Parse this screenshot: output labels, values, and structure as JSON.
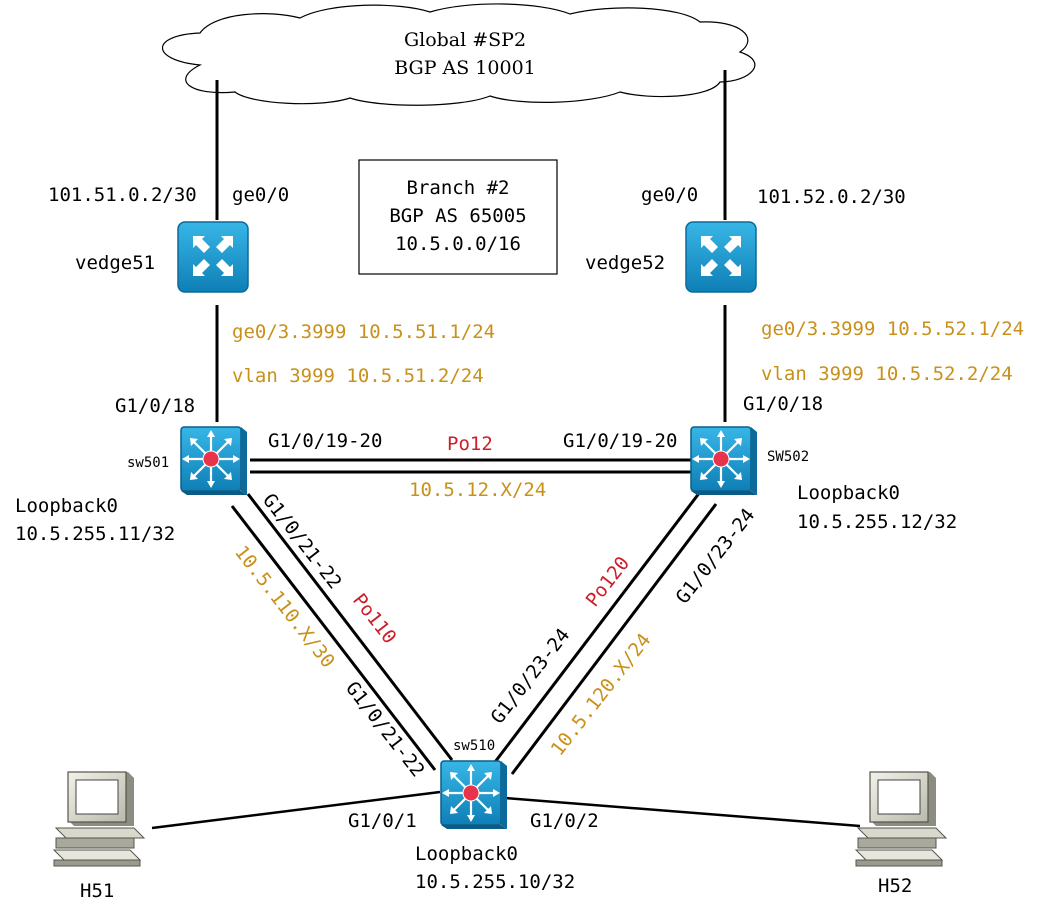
{
  "cloud": {
    "line1": "Global #SP2",
    "line2": "BGP AS 10001"
  },
  "branch": {
    "line1": "Branch #2",
    "line2": "BGP AS 65005",
    "line3": "10.5.0.0/16"
  },
  "vedge51": {
    "name": "vedge51",
    "wan_ip": "101.51.0.2/30",
    "wan_if": "ge0/0",
    "lan_if_ip": "ge0/3.3999 10.5.51.1/24"
  },
  "vedge52": {
    "name": "vedge52",
    "wan_ip": "101.52.0.2/30",
    "wan_if": "ge0/0",
    "lan_if_ip": "ge0/3.3999 10.5.52.1/24"
  },
  "sw501": {
    "name": "sw501",
    "uplink_if": "G1/0/18",
    "vlan_ip": "vlan 3999 10.5.51.2/24",
    "loopback_label": "Loopback0",
    "loopback_ip": "10.5.255.11/32"
  },
  "sw502": {
    "name": "SW502",
    "uplink_if": "G1/0/18",
    "vlan_ip": "vlan 3999 10.5.52.2/24",
    "loopback_label": "Loopback0",
    "loopback_ip": "10.5.255.12/32"
  },
  "sw510": {
    "name": "sw510",
    "loopback_label": "Loopback0",
    "loopback_ip": "10.5.255.10/32",
    "port_h51": "G1/0/1",
    "port_h52": "G1/0/2"
  },
  "po12": {
    "name": "Po12",
    "left_if": "G1/0/19-20",
    "right_if": "G1/0/19-20",
    "subnet": "10.5.12.X/24"
  },
  "po110": {
    "name": "Po110",
    "top_if": "G1/0/21-22",
    "bottom_if": "G1/0/21-22",
    "subnet": "10.5.110.X/30"
  },
  "po120": {
    "name": "Po120",
    "top_if": "G1/0/23-24",
    "bottom_if": "G1/0/23-24",
    "subnet": "10.5.120.X/24"
  },
  "hosts": {
    "h51": "H51",
    "h52": "H52"
  },
  "colors": {
    "device_blue": "#1f9bd0",
    "ip_gold": "#c9901a",
    "portchannel_red": "#cc1f2a"
  }
}
